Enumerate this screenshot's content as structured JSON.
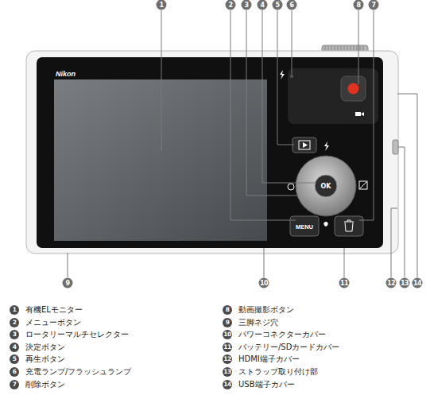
{
  "diagram": {
    "labels": [
      "1",
      "2",
      "3",
      "4",
      "5",
      "6",
      "8",
      "7",
      "9",
      "10",
      "11",
      "12",
      "13",
      "14",
      "Nikon",
      "OK",
      "MENU",
      "1",
      "有機ELモニター",
      "2",
      "メニューボタン",
      "3",
      "ロータリーマルチセレクター",
      "4",
      "決定ボタン",
      "5",
      "再生ボタン",
      "6",
      "充電ランプ/フラッシュランプ",
      "7",
      "削除ボタン",
      "8",
      "動画撮影ボタン",
      "9",
      "三脚ネジ穴",
      "10",
      "パワーコネクターカバー",
      "11",
      "バッテリー/SDカードカバー",
      "12",
      "HDMI端子カバー",
      "13",
      "ストラップ取り付け部",
      "14",
      "USB端子カバー"
    ]
  }
}
